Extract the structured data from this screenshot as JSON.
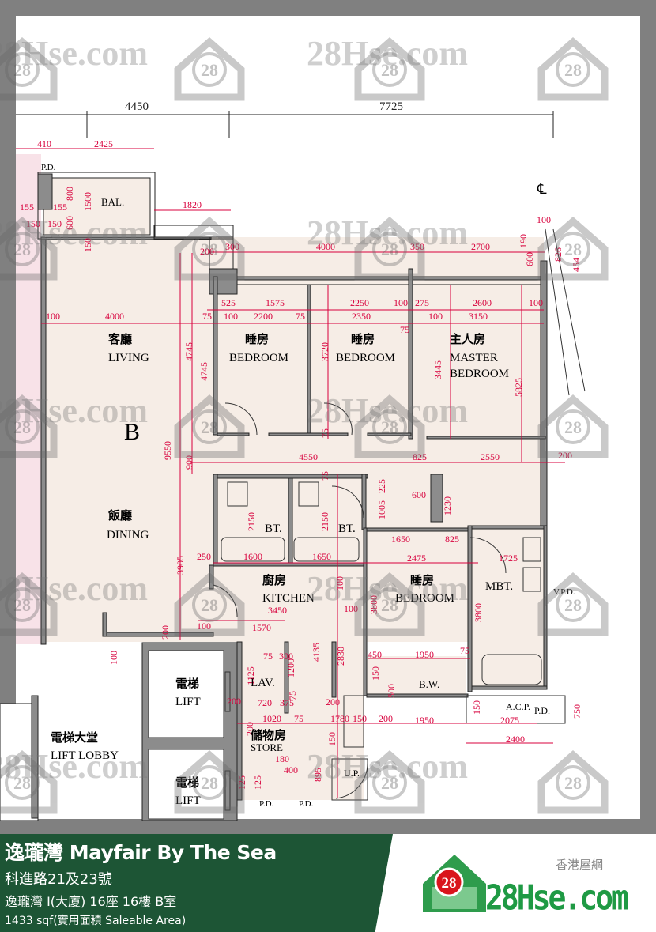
{
  "footer": {
    "title": "逸瓏灣 Mayfair By The Sea",
    "address": "科進路21及23號",
    "unit": "逸瓏灣 I(大廈) 16座 16樓 B室",
    "area": "1433 sqf(實用面積 Saleable Area)"
  },
  "logo": {
    "chinese": "香港屋網",
    "text": "28Hse.com",
    "badge": "28",
    "colors": {
      "green": "#1f9a44",
      "red": "#d9141c"
    }
  },
  "watermark": {
    "text": "28Hse.com",
    "badge": "28"
  },
  "plan": {
    "unit_letter": "B",
    "centerline": "℄",
    "rooms": {
      "living_cn": "客廳",
      "living_en": "LIVING",
      "dining_cn": "飯廳",
      "dining_en": "DINING",
      "bedroom1_cn": "睡房",
      "bedroom1_en": "BEDROOM",
      "bedroom2_cn": "睡房",
      "bedroom2_en": "BEDROOM",
      "master_cn": "主人房",
      "master_en1": "MASTER",
      "master_en2": "BEDROOM",
      "bedroom3_cn": "睡房",
      "bedroom3_en": "BEDROOM",
      "kitchen_cn": "廚房",
      "kitchen_en": "KITCHEN",
      "bt1": "BT.",
      "bt2": "BT.",
      "mbt": "MBT.",
      "lift1_cn": "電梯",
      "lift1_en": "LIFT",
      "lift2_cn": "電梯",
      "lift2_en": "LIFT",
      "lobby_cn": "電梯大堂",
      "lobby_en": "LIFT LOBBY",
      "store_cn": "儲物房",
      "store_en": "STORE",
      "lav": "LAV.",
      "bw": "B.W.",
      "acp": "A.C.P.",
      "pd_acp": "P.D.",
      "up": "U.P.",
      "bal": "BAL.",
      "pd_top": "P.D.",
      "pd_b1": "P.D.",
      "pd_b2": "P.D.",
      "vpd": "V.P.D."
    },
    "dimensions": [
      "4450",
      "7725",
      "410",
      "2425",
      "1820",
      "155",
      "155",
      "150",
      "150",
      "800",
      "1500",
      "600",
      "150",
      "200",
      "300",
      "4000",
      "350",
      "2700",
      "100",
      "190",
      "600",
      "826",
      "454",
      "525",
      "1575",
      "2250",
      "100",
      "275",
      "2600",
      "100",
      "100",
      "4000",
      "75",
      "100",
      "2200",
      "75",
      "2350",
      "100",
      "3150",
      "75",
      "4745",
      "4745",
      "3720",
      "3445",
      "5825",
      "9550",
      "900",
      "75",
      "4550",
      "825",
      "2550",
      "200",
      "75",
      "225",
      "600",
      "1230",
      "1005",
      "2150",
      "2150",
      "1650",
      "825",
      "1600",
      "1650",
      "250",
      "2475",
      "1725",
      "3905",
      "100",
      "3800",
      "3800",
      "3450",
      "100",
      "200",
      "100",
      "1570",
      "100",
      "2830",
      "4135",
      "75",
      "300",
      "1200",
      "1125",
      "450",
      "1950",
      "75",
      "150",
      "500",
      "200",
      "720",
      "375",
      "75",
      "200",
      "1020",
      "75",
      "1780",
      "150",
      "200",
      "1950",
      "150",
      "2075",
      "750",
      "2400",
      "200",
      "150",
      "180",
      "400",
      "125",
      "125",
      "895"
    ]
  }
}
